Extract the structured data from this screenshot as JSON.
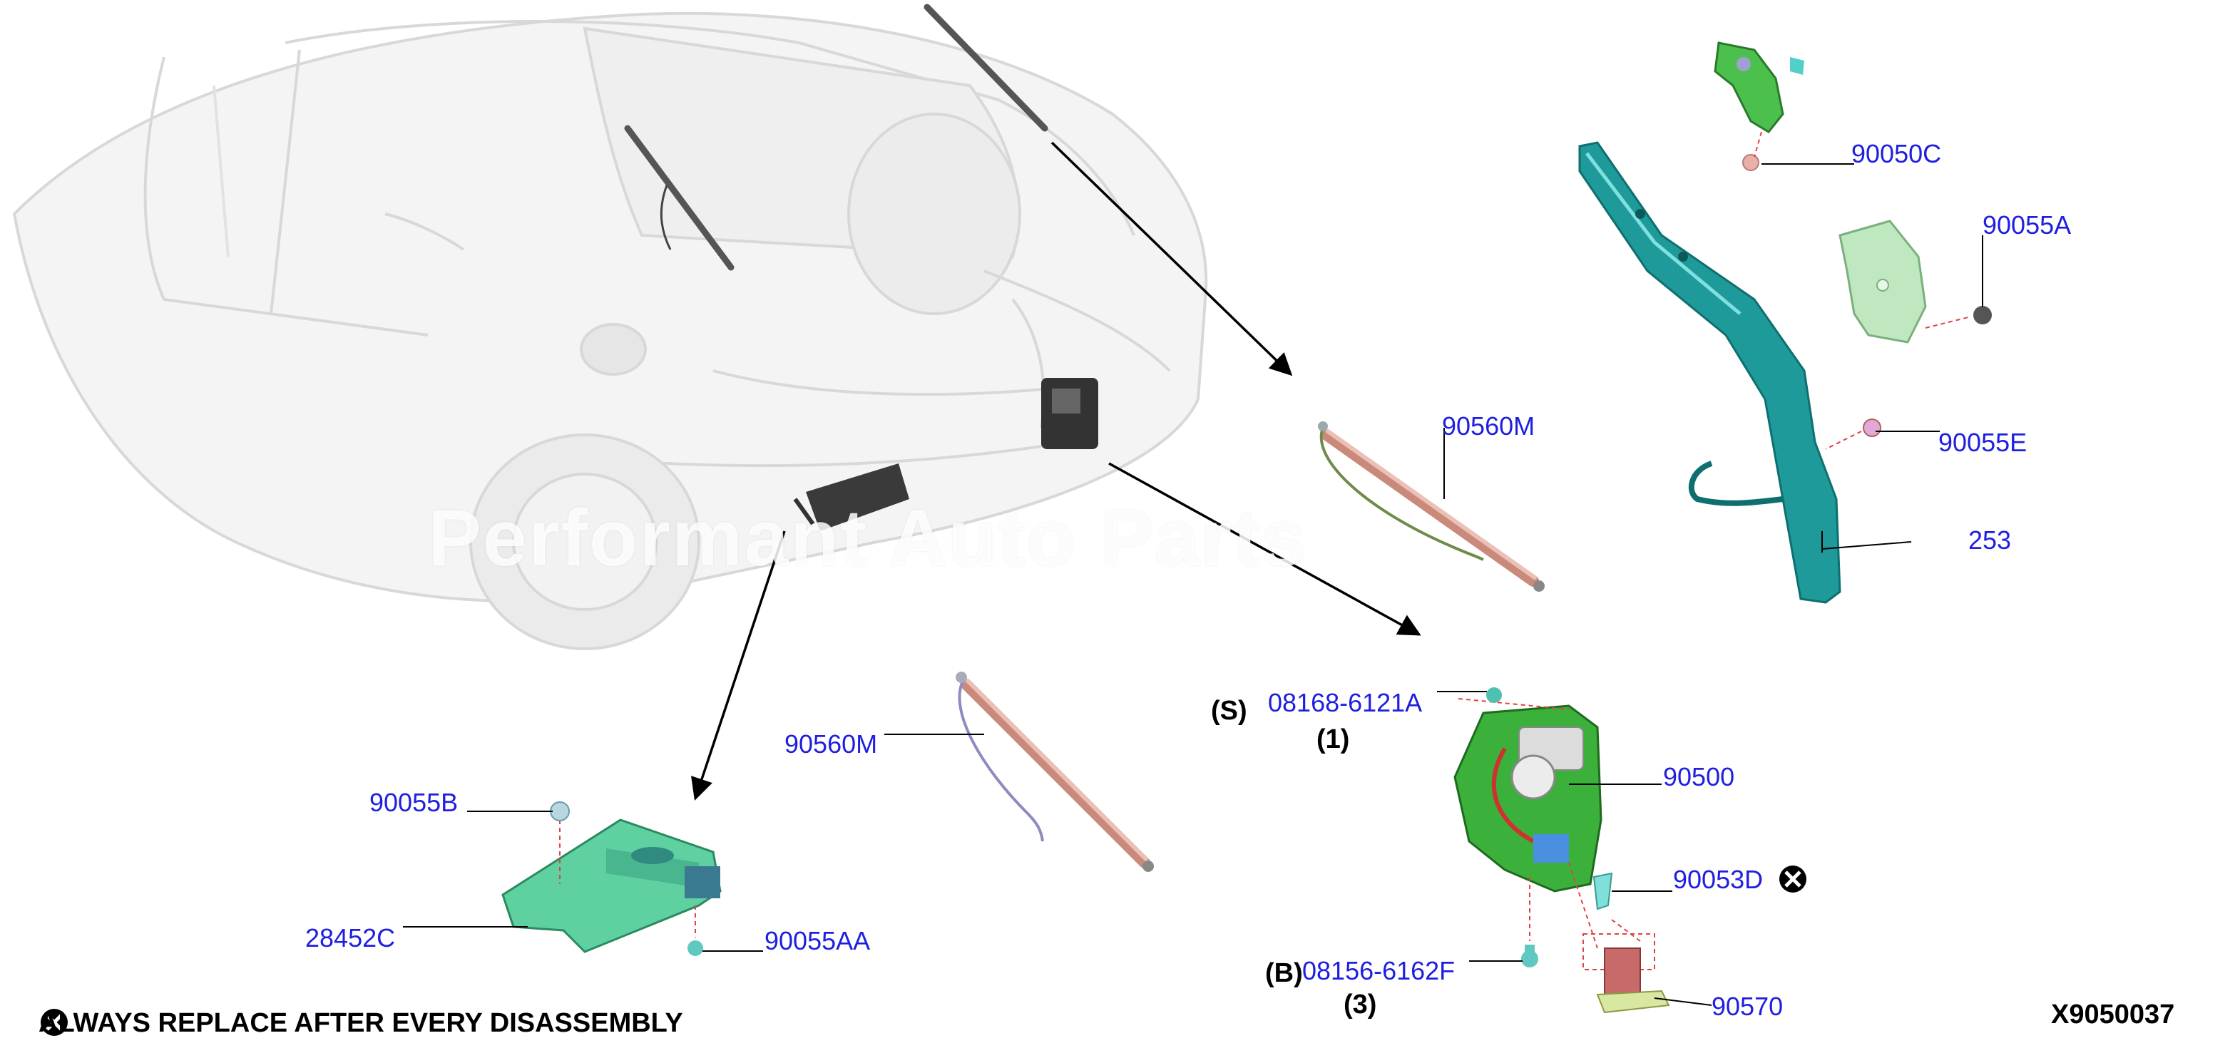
{
  "diagram_id": "X9050037",
  "footer_note": "ALWAYS REPLACE AFTER EVERY DISASSEMBLY",
  "watermark": "Performant Auto Parts",
  "callouts": {
    "c90050C": "90050C",
    "c90055A": "90055A",
    "c90055E": "90055E",
    "c90560M_top": "90560M",
    "c90560M_mid": "90560M",
    "c90055B": "90055B",
    "c28452C": "28452C",
    "c90055AA": "90055AA",
    "c08168": "08168-6121A",
    "c90500": "90500",
    "c90053D": "90053D",
    "c08156": "08156-6162F",
    "c90570": "90570",
    "c253": "253"
  },
  "qualifiers": {
    "s": "(S)",
    "one": "(1)",
    "b": "(B)",
    "three": "(3)"
  },
  "colors": {
    "callout_blue": "#1f1fe0",
    "part_green": "#5fd08a",
    "part_teal": "#1c8f8f",
    "part_pink": "#e3a6a0",
    "leader_red": "#e04040"
  },
  "icons": [
    "x-circle-icon"
  ]
}
